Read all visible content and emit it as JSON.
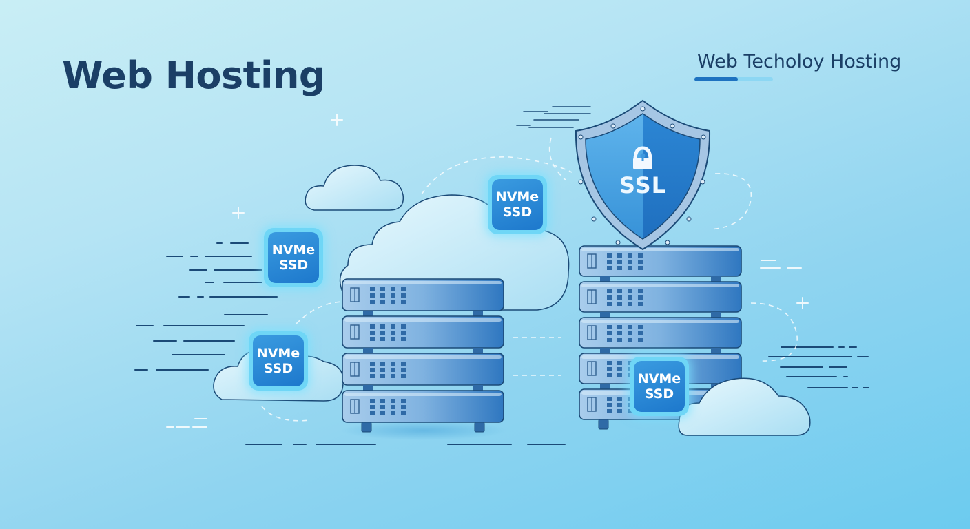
{
  "header": {
    "title": "Web Hosting",
    "subtitle": "Web Techoloy Hosting",
    "subtitle_underline_progress": 0.55
  },
  "shield": {
    "label": "SSL",
    "icon": "padlock-icon"
  },
  "badges": [
    {
      "line1": "NVMe",
      "line2": "SSD"
    },
    {
      "line1": "NVMe",
      "line2": "SSD"
    },
    {
      "line1": "NVMe",
      "line2": "SSD"
    },
    {
      "line1": "NVMe",
      "line2": "SSD"
    }
  ],
  "server_stacks": {
    "left": {
      "units": 4
    },
    "right": {
      "units": 5
    }
  },
  "colors": {
    "title": "#1b3f66",
    "accent": "#1e72c0",
    "badge_glow": "#6fd6f6",
    "server": "#5b9bd5",
    "background_light": "#c9eef5",
    "background_dark": "#6ccbef"
  }
}
